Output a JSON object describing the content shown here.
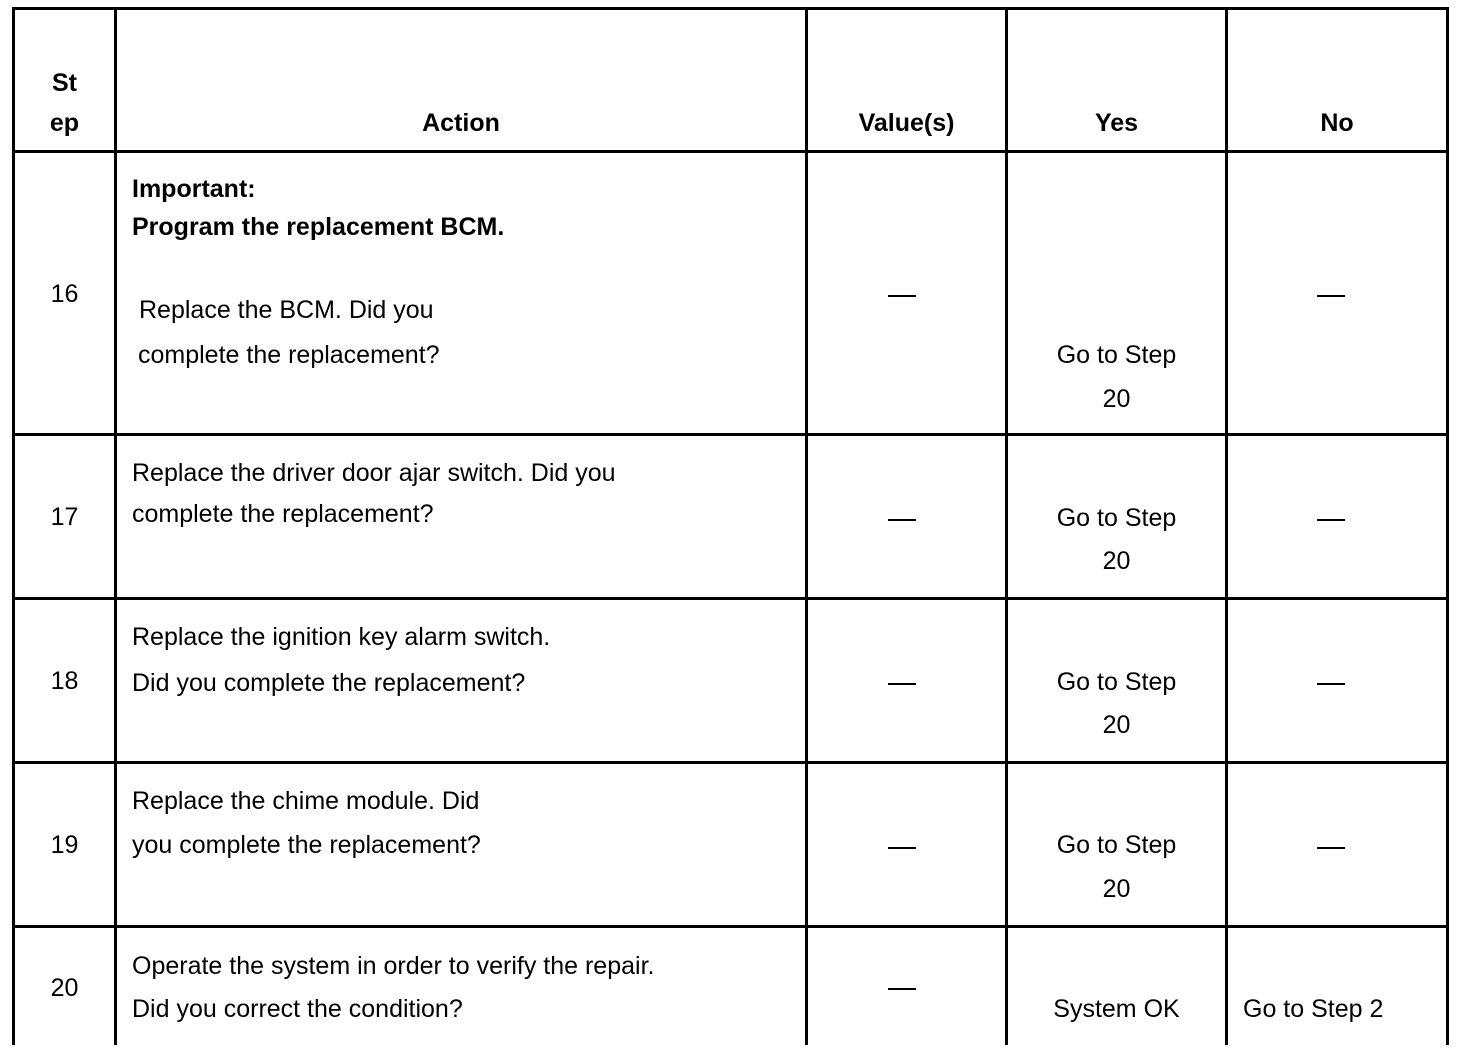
{
  "header": {
    "step_line1": "St",
    "step_line2": "ep",
    "action": "Action",
    "values": "Value(s)",
    "yes": "Yes",
    "no": "No"
  },
  "rows": [
    {
      "step": "16",
      "important_label": "Important:",
      "important_text": "Program the replacement BCM.",
      "action_lines": [
        "Replace the BCM.  Did you",
        "complete the replacement?"
      ],
      "values": "—",
      "yes_lines": [
        "Go to Step",
        "20"
      ],
      "no": "—"
    },
    {
      "step": "17",
      "action_lines": [
        "Replace the driver door ajar switch.  Did you",
        "complete the replacement?"
      ],
      "values": "—",
      "yes_lines": [
        "Go to Step",
        "20"
      ],
      "no": "—"
    },
    {
      "step": "18",
      "action_lines": [
        "Replace the ignition key alarm switch.",
        "Did you complete the replacement?"
      ],
      "values": "—",
      "yes_lines": [
        "Go to Step",
        "20"
      ],
      "no": "—"
    },
    {
      "step": "19",
      "action_lines": [
        "Replace the chime module.  Did",
        "you complete the replacement?"
      ],
      "values": "—",
      "yes_lines": [
        "Go to Step",
        "20"
      ],
      "no": "—"
    },
    {
      "step": "20",
      "action_lines": [
        "Operate the system in order to verify the repair.",
        "Did you correct the condition?"
      ],
      "values": "—",
      "yes_lines": [
        "System OK"
      ],
      "no": "Go to Step 2"
    }
  ]
}
